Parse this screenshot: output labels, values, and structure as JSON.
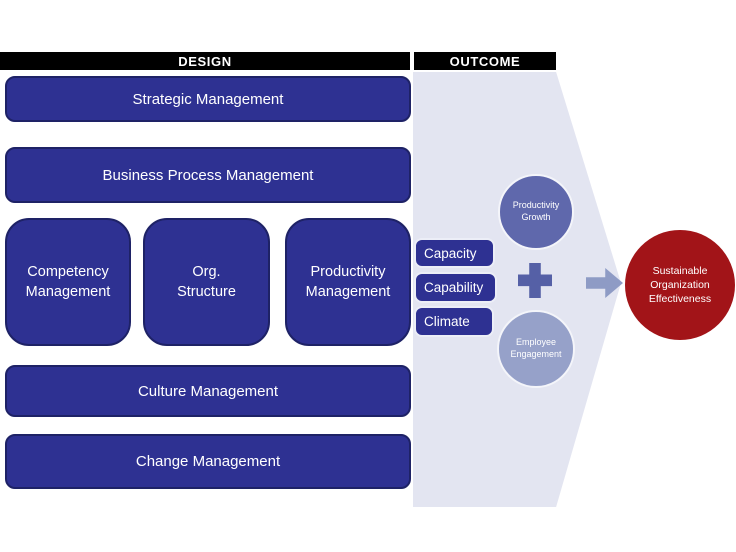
{
  "headers": {
    "design": "DESIGN",
    "outcome": "OUTCOME"
  },
  "design_boxes": {
    "strategic": "Strategic Management",
    "business_process": "Business Process Management",
    "competency": "Competency Management",
    "org_structure": "Org. Structure",
    "productivity": "Productivity Management",
    "culture": "Culture Management",
    "change": "Change Management"
  },
  "outcome": {
    "factors": [
      "Capacity",
      "Capability",
      "Climate"
    ],
    "productivity_growth": "Productivity Growth",
    "employee_engagement": "Employee Engagement",
    "result": "Sustainable Organization Effectiveness"
  },
  "colors": {
    "dark_blue": "#2e3192",
    "box_border": "#1e2266",
    "chevron": "#e3e5f1",
    "circle_dark": "#5f68ac",
    "circle_light": "#96a1c9",
    "plus": "#5560a6",
    "arrow": "#8e9bc5",
    "red": "#a21418",
    "header_bg": "#000000",
    "white": "#ffffff"
  }
}
